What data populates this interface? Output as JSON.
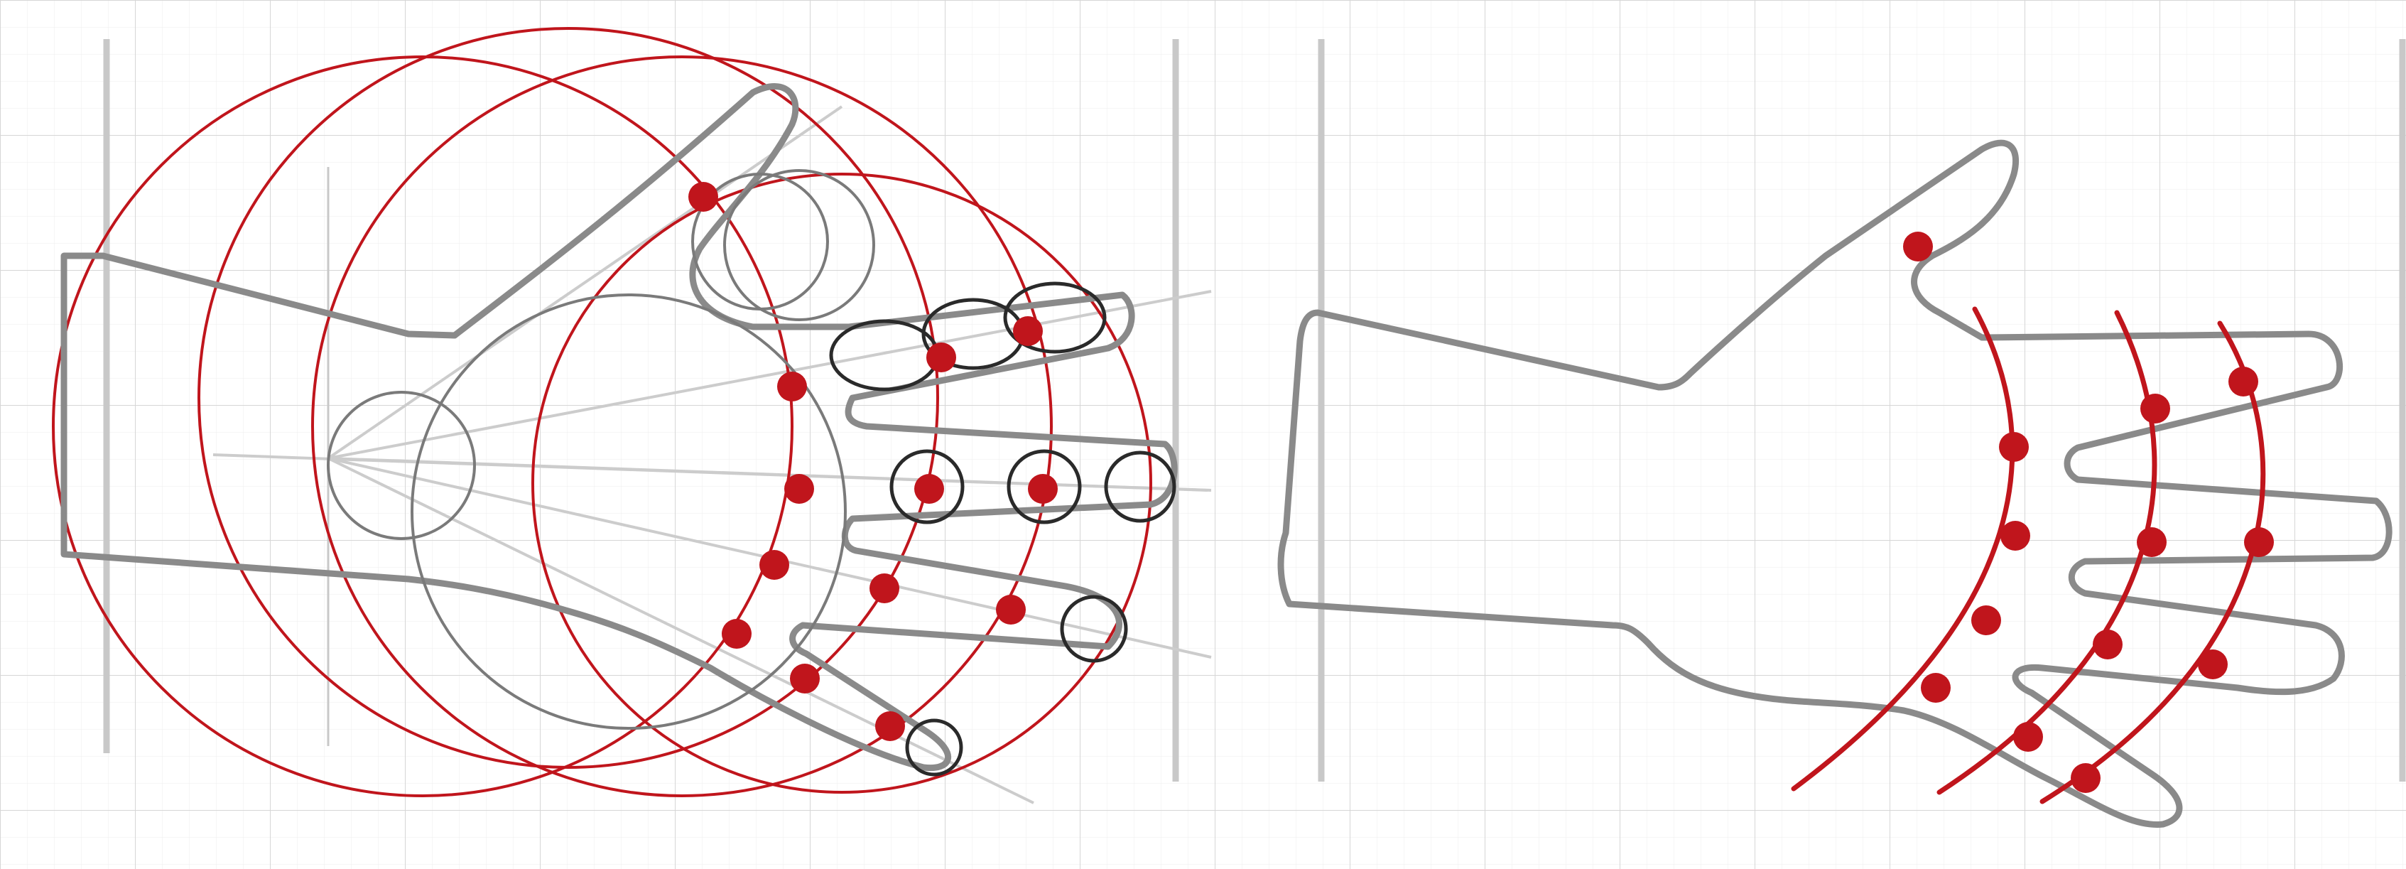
{
  "colors": {
    "background": "#ffffff",
    "grid_minor": "#ececec",
    "grid_major": "#d6d6d6",
    "guide_bar": "#c8c8c8",
    "ray": "#cccccc",
    "outline": "#8a8a8a",
    "outline_dark": "#2a2a2a",
    "construct": "#7a7a7a",
    "arc": "#c0151c",
    "joint": "#c0151c"
  },
  "panels": [
    {
      "name": "construction-view",
      "description_visible_text": "",
      "elements": [
        "grid",
        "guide-bars",
        "hand-outline",
        "palm-circle",
        "wrist-circle",
        "knuckle-rays",
        "finger-joint-circles",
        "concentric-arcs",
        "joint-dots"
      ]
    },
    {
      "name": "result-view",
      "description_visible_text": "",
      "elements": [
        "grid",
        "guide-bars",
        "hand-outline",
        "joint-arcs",
        "joint-dots"
      ]
    }
  ],
  "icons": [
    "hand-outline-icon",
    "joint-dot-icon"
  ]
}
